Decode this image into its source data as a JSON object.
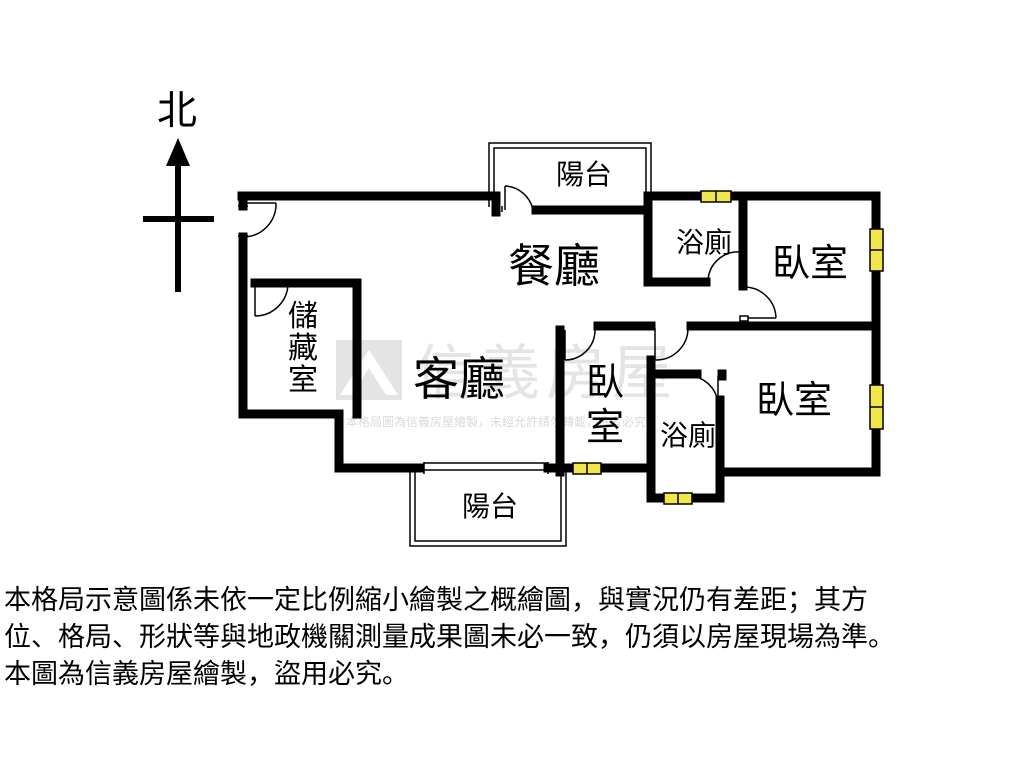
{
  "compass": {
    "north_label": "北"
  },
  "rooms": {
    "balcony_top": "陽台",
    "dining": "餐廳",
    "bath_top": "浴廁",
    "bedroom_right_top": "臥室",
    "storage": "儲藏室",
    "living": "客廳",
    "bedroom_small": "臥室",
    "bath_bottom": "浴廁",
    "bedroom_right_bottom": "臥室",
    "balcony_bottom": "陽台"
  },
  "watermark": {
    "brand": "信義房屋",
    "notice": "本格局圖為信義房屋繪製，未經允許請勿轉載，違者必究"
  },
  "disclaimer": {
    "lines": [
      "本格局示意圖係未依一定比例縮小繪製之概繪圖，與實況仍有差距；其方",
      "位、格局、形狀等與地政機關測量成果圖未必一致，仍須以房屋現場為準。",
      "本圖為信義房屋繪製，盜用必究。"
    ]
  },
  "colors": {
    "wall": "#000000",
    "window": "#f2e64a",
    "watermark": "#d8d8d8"
  }
}
